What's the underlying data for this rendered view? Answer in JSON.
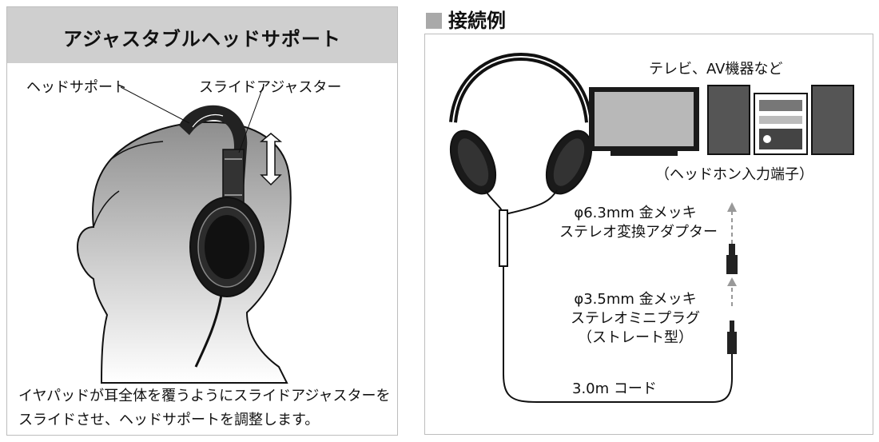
{
  "left": {
    "title": "アジャスタブルヘッドサポート",
    "labels": {
      "head_support": "ヘッドサポート",
      "slide_adjuster": "スライドアジャスター"
    },
    "caption_line1": "イヤパッドが耳全体を覆うようにスライドアジャスターを",
    "caption_line2": "スライドさせ、ヘッドサポートを調整します。"
  },
  "right": {
    "title": "接続例",
    "devices_label": "テレビ、AV機器など",
    "input_label": "（ヘッドホン入力端子）",
    "adapter": {
      "line1": "φ6.3mm 金メッキ",
      "line2": "ステレオ変換アダプター"
    },
    "plug": {
      "line1": "φ3.5mm 金メッキ",
      "line2": "ステレオミニプラグ",
      "line3": "（ストレート型）"
    },
    "cord_label": "3.0m コード"
  }
}
